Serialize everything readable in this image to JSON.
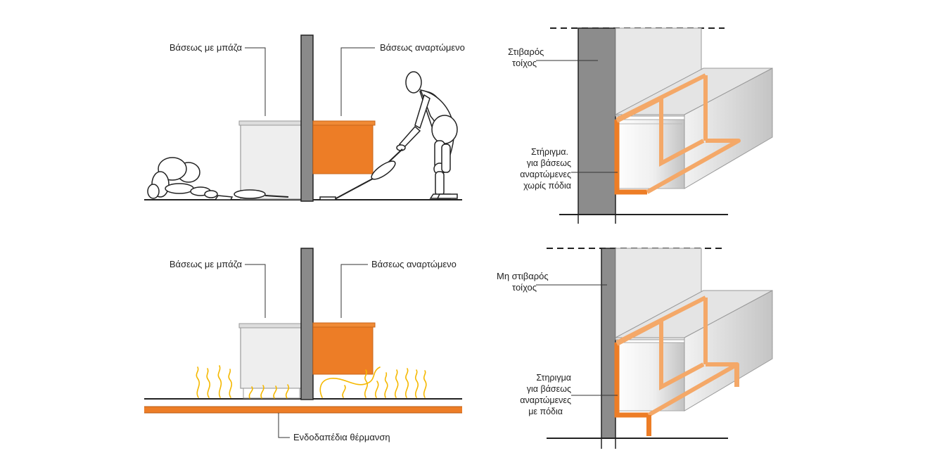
{
  "panels": {
    "top_left": {
      "label_floor_base": "Βάσεως με μπάζα",
      "label_wall_hung": "Βάσεως αναρτώμενο"
    },
    "bottom_left": {
      "label_floor_base": "Βάσεως με μπάζα",
      "label_wall_hung": "Βάσεως αναρτώμενο",
      "label_heating": "Ενδοδαπέδια θέρμανση"
    },
    "top_right": {
      "label_wall_line1": "Στιβαρός",
      "label_wall_line2": "τοίχος",
      "label_support_line1": "Στήριγμα.",
      "label_support_line2": "για βάσεως",
      "label_support_line3": "αναρτώμενες",
      "label_support_line4": "χωρίς πόδια"
    },
    "bottom_right": {
      "label_wall_line1": "Μη στιβαρός",
      "label_wall_line2": "τοίχος",
      "label_support_line1": "Στηριγμα",
      "label_support_line2": "για βάσεως",
      "label_support_line3": "αναρτώμενες",
      "label_support_line4": "με πόδια"
    }
  },
  "colors": {
    "orange": "#ed7d26",
    "orange_light": "#f4a868",
    "wall_dark": "#8a8a8a",
    "cabinet_grey": "#ececec",
    "flame": "#f5b800"
  }
}
